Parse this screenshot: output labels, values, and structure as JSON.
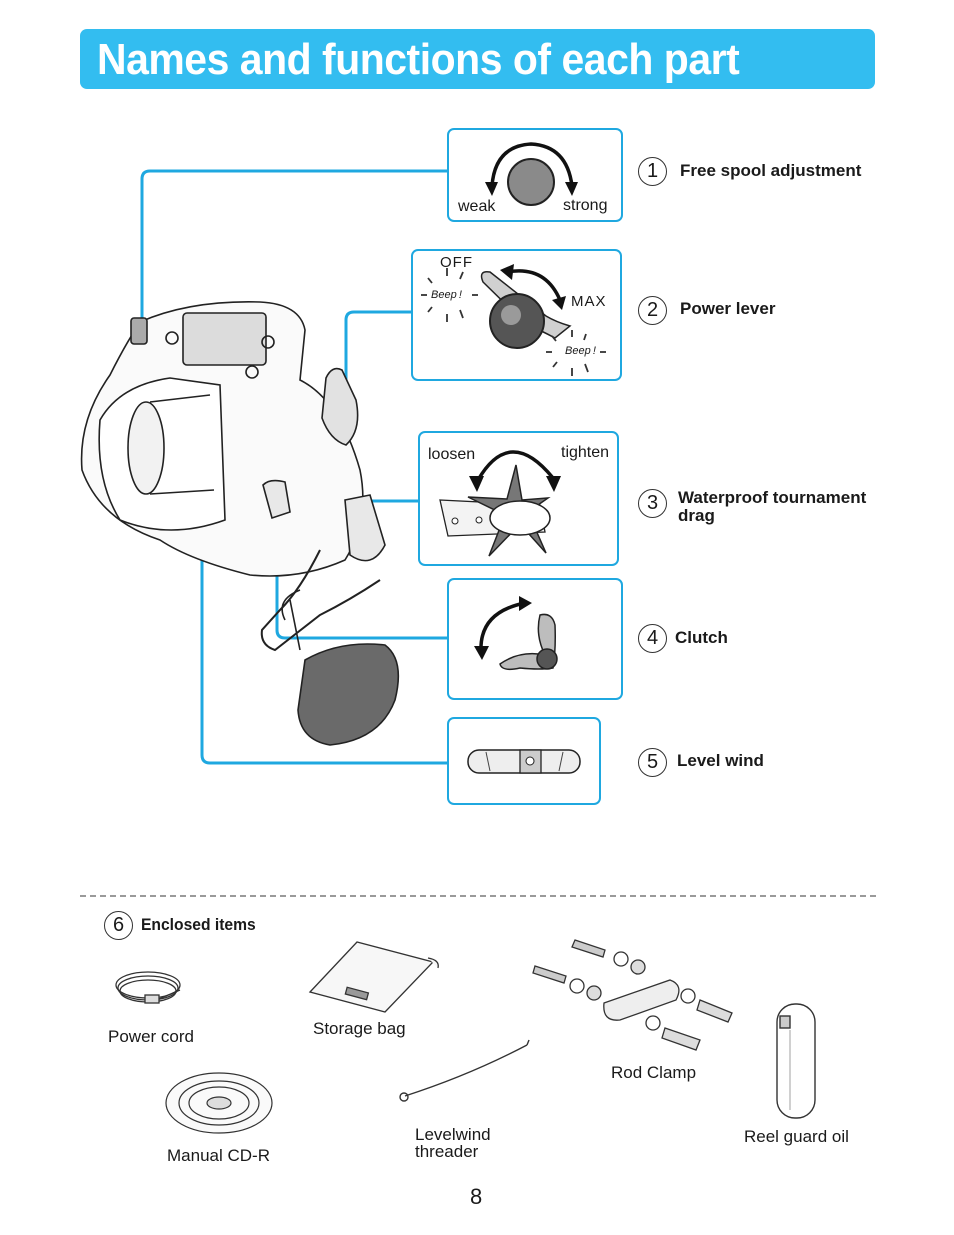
{
  "title": "Names and functions of each part",
  "parts": [
    {
      "number": "1",
      "label": "Free spool adjustment",
      "scale_left": "weak",
      "scale_right": "strong"
    },
    {
      "number": "2",
      "label": "Power lever",
      "off_label": "OFF",
      "max_label": "MAX",
      "beep": "Beep",
      "beep_mark": "!"
    },
    {
      "number": "3",
      "label_line1": "Waterproof tournament",
      "label_line2": "drag",
      "scale_left": "loosen",
      "scale_right": "tighten"
    },
    {
      "number": "4",
      "label": "Clutch"
    },
    {
      "number": "5",
      "label": "Level wind"
    }
  ],
  "enclosed": {
    "number": "6",
    "heading": "Enclosed items",
    "items": {
      "power_cord": "Power cord",
      "storage_bag": "Storage bag",
      "rod_clamp": "Rod Clamp",
      "manual_cd": "Manual CD-R",
      "levelwind_threader_line1": "Levelwind",
      "levelwind_threader_line2": "threader",
      "reel_guard_oil": "Reel guard oil"
    }
  },
  "page_number": "8",
  "colors": {
    "accent": "#33bdf0",
    "leader": "#1fa8e0",
    "text": "#1a1a1a"
  }
}
